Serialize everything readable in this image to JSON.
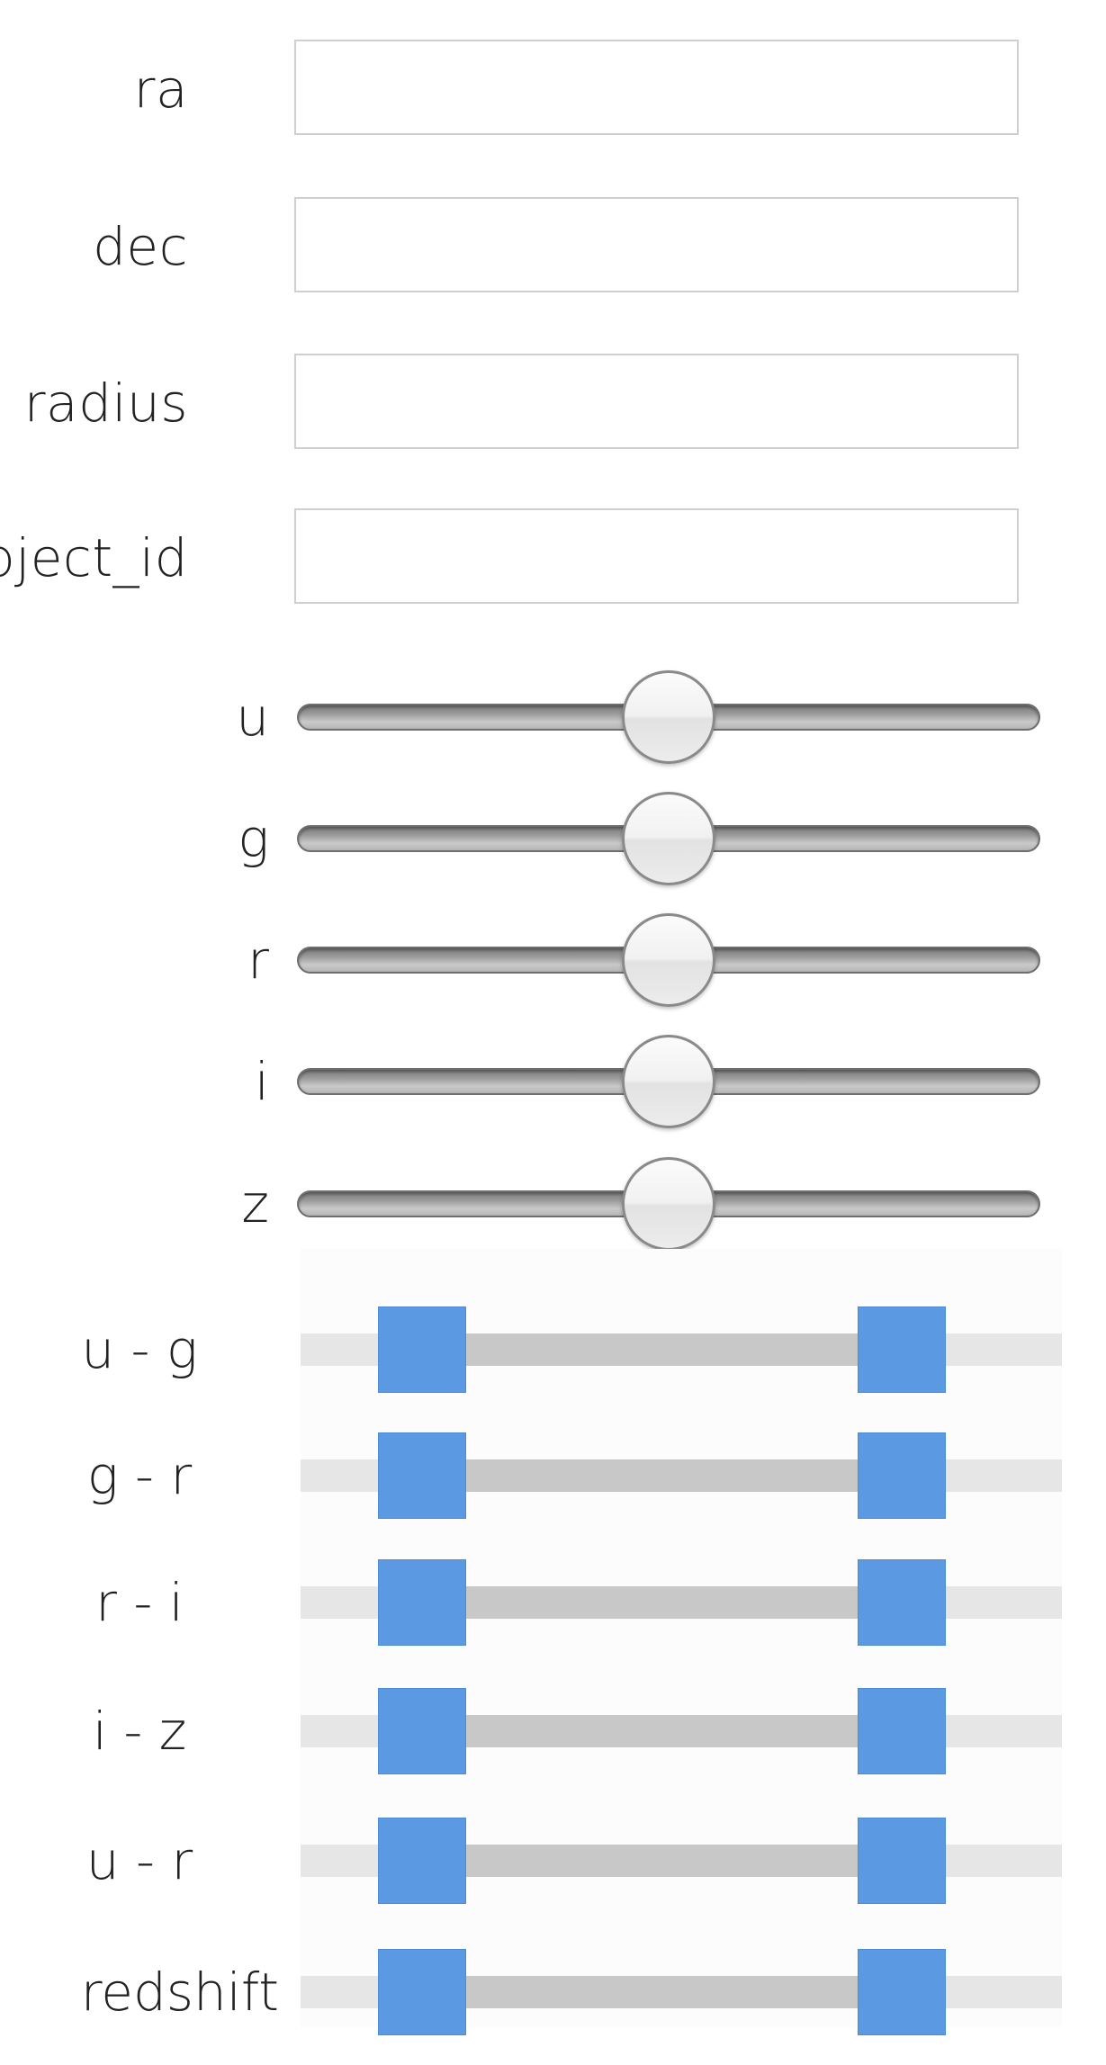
{
  "fields": [
    {
      "label": "ra",
      "value": "",
      "placeholder": ""
    },
    {
      "label": "dec",
      "value": "",
      "placeholder": ""
    },
    {
      "label": "radius",
      "value": "",
      "placeholder": ""
    },
    {
      "label": "object_id",
      "value": "",
      "placeholder": ""
    }
  ],
  "sliders": [
    {
      "label": "u",
      "position": 0.5
    },
    {
      "label": "g",
      "position": 0.5
    },
    {
      "label": "r",
      "position": 0.5
    },
    {
      "label": "i",
      "position": 0.5
    },
    {
      "label": "z",
      "position": 0.5
    }
  ],
  "range_sliders": [
    {
      "label": "u - g",
      "low": 0.16,
      "high": 0.79
    },
    {
      "label": "g - r",
      "low": 0.16,
      "high": 0.79
    },
    {
      "label": "r - i",
      "low": 0.16,
      "high": 0.79
    },
    {
      "label": "i - z",
      "low": 0.16,
      "high": 0.79
    },
    {
      "label": "u - r",
      "low": 0.16,
      "high": 0.79
    },
    {
      "label": "redshift",
      "low": 0.16,
      "high": 0.79
    }
  ],
  "colors": {
    "range_handle": "#5c99e3",
    "range_track": "#e6e6e6",
    "range_fill": "#c8c8c8",
    "input_border": "#cfcfcf"
  }
}
